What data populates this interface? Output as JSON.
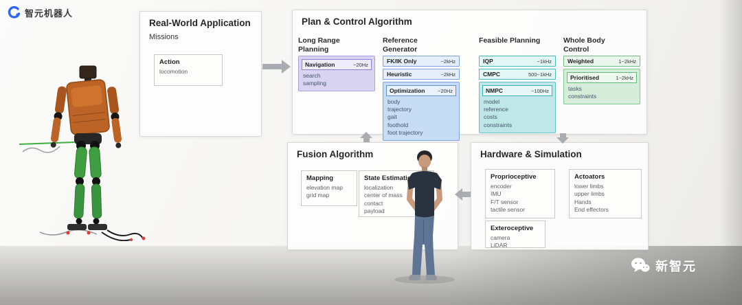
{
  "brand": {
    "logo_text": "智元机器人"
  },
  "watermark": {
    "text": "新智元"
  },
  "real_world": {
    "title": "Real-World Application",
    "subtitle": "Missions",
    "action_box": {
      "name": "Action",
      "items": [
        "locomotion"
      ]
    }
  },
  "plan_control": {
    "title": "Plan & Control Algorithm",
    "columns": [
      {
        "label": "Long Range Planning",
        "main_box": {
          "name": "Navigation",
          "freq": "~20Hz",
          "items": [
            "search",
            "sampling"
          ]
        }
      },
      {
        "label": "Reference Generator",
        "small_boxes": [
          {
            "name": "FK/IK Only",
            "freq": "~2kHz"
          },
          {
            "name": "Heuristic",
            "freq": "~2kHz"
          }
        ],
        "main_box": {
          "name": "Optimization",
          "freq": "~20Hz",
          "items": [
            "body",
            "trajectory",
            "gait",
            "foothold",
            "foot trajectory"
          ]
        }
      },
      {
        "label": "Feasible Planning",
        "small_boxes": [
          {
            "name": "IQP",
            "freq": "~1kHz"
          },
          {
            "name": "CMPC",
            "freq": "500~1kHz"
          }
        ],
        "main_box": {
          "name": "NMPC",
          "freq": "~100Hz",
          "items": [
            "model",
            "reference",
            "costs",
            "constraints"
          ]
        }
      },
      {
        "label": "Whole Body Control",
        "small_boxes": [
          {
            "name": "Weighted",
            "freq": "1~2kHz"
          }
        ],
        "main_box": {
          "name": "Prioritised",
          "freq": "1~2kHz",
          "items": [
            "tasks",
            "constraints"
          ]
        }
      }
    ]
  },
  "fusion": {
    "title": "Fusion Algorithm",
    "boxes": [
      {
        "name": "Mapping",
        "items": [
          "elevation map",
          "grid map"
        ]
      },
      {
        "name": "State Estimation",
        "items": [
          "localization",
          "center of mass",
          "contact",
          "payload"
        ]
      }
    ]
  },
  "hardware": {
    "title": "Hardware & Simulation",
    "boxes": [
      {
        "name": "Proprioceptive",
        "items": [
          "encoder",
          "IMU",
          "F/T sensor",
          "tactile sensor"
        ]
      },
      {
        "name": "Exteroceptive",
        "items": [
          "camera",
          "LiDAR"
        ]
      },
      {
        "name": "Actoators",
        "items": [
          "lower limbs",
          "upper limbs",
          "Hands",
          "End effectors"
        ]
      }
    ]
  }
}
